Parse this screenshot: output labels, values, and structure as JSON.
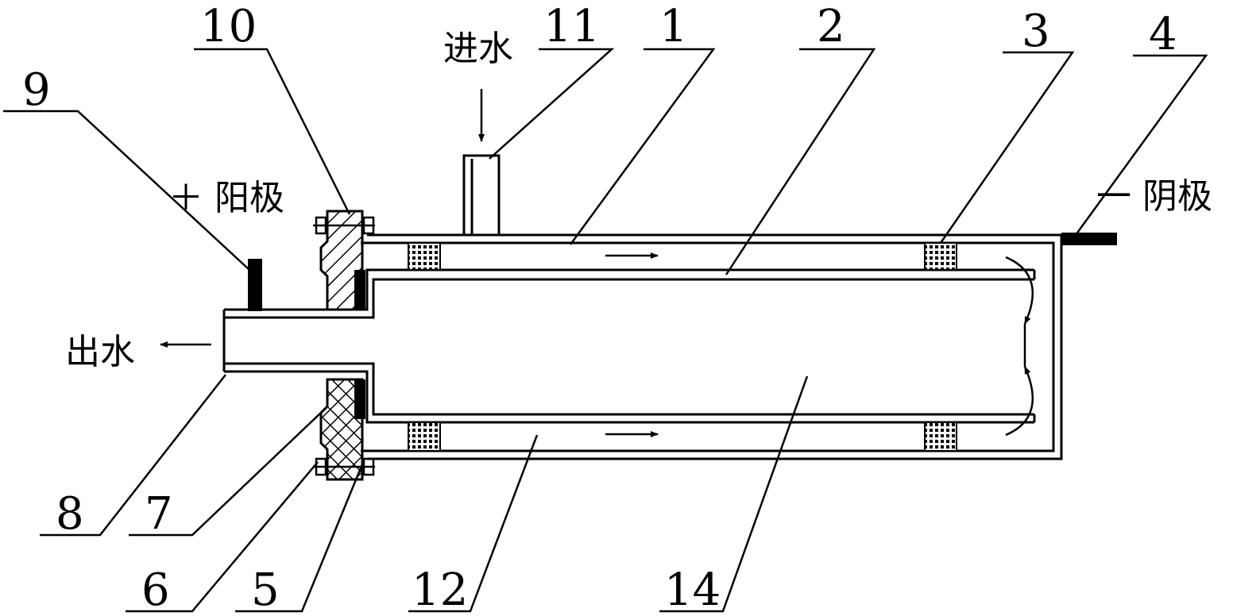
{
  "labels": {
    "n1": "1",
    "n2": "2",
    "n3": "3",
    "n4": "4",
    "n5": "5",
    "n6": "6",
    "n7": "7",
    "n8": "8",
    "n9": "9",
    "n10": "10",
    "n11": "11",
    "n12": "12",
    "n14": "14"
  },
  "text": {
    "water_in": "进水",
    "water_out": "出水",
    "anode": "＋ 阳极",
    "cathode": "一 阴极"
  },
  "colors": {
    "line": "#000000",
    "hatch_fill": "#000000",
    "background": "#ffffff"
  }
}
